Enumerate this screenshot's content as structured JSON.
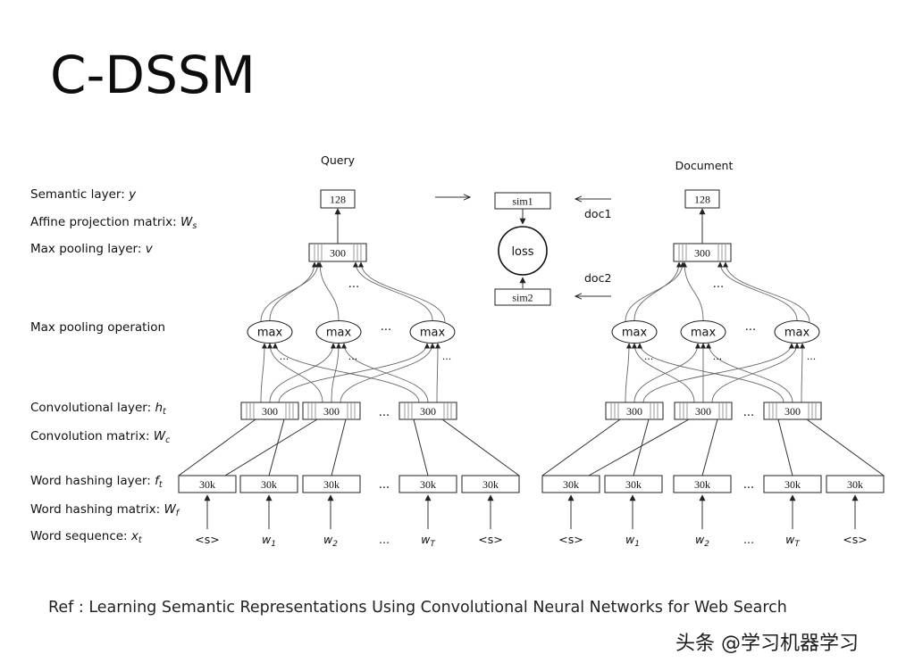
{
  "title": "C-DSSM",
  "ref": "Ref : Learning Semantic Representations Using Convolutional Neural Networks for Web Search",
  "watermark": "头条 @学习机器学习",
  "diagram": {
    "towers": {
      "query": "Query",
      "document": "Document"
    },
    "layers": [
      {
        "id": "semantic",
        "text": "Semantic layer: ",
        "var": "y",
        "sub": ""
      },
      {
        "id": "affine",
        "text": "Affine projection matrix: ",
        "var": "W",
        "sub": "s"
      },
      {
        "id": "maxpool",
        "text": "Max pooling layer: ",
        "var": "v",
        "sub": ""
      },
      {
        "id": "maxpool-op",
        "text": "Max pooling operation",
        "var": "",
        "sub": ""
      },
      {
        "id": "conv",
        "text": "Convolutional layer: ",
        "var": "h",
        "sub": "t"
      },
      {
        "id": "convmat",
        "text": "Convolution matrix: ",
        "var": "W",
        "sub": "c"
      },
      {
        "id": "hash",
        "text": "Word hashing layer: ",
        "var": "f",
        "sub": "t"
      },
      {
        "id": "hashmat",
        "text": "Word hashing matrix: ",
        "var": "W",
        "sub": "f"
      },
      {
        "id": "wordseq",
        "text": "Word sequence: ",
        "var": "x",
        "sub": "t"
      }
    ],
    "semantic_size": "128",
    "pool_size": "300",
    "max_label": "max",
    "conv_size": "300",
    "hash_size": "30k",
    "ellipsis": "...",
    "words": [
      {
        "text": "<s>",
        "italic": false,
        "sub": ""
      },
      {
        "text": "w",
        "italic": true,
        "sub": "1"
      },
      {
        "text": "w",
        "italic": true,
        "sub": "2"
      },
      {
        "text": "...",
        "italic": false,
        "sub": ""
      },
      {
        "text": "w",
        "italic": true,
        "sub": "T"
      },
      {
        "text": "<s>",
        "italic": false,
        "sub": ""
      }
    ],
    "middle": {
      "sim1": "sim1",
      "sim2": "sim2",
      "loss": "loss",
      "doc1": "doc1",
      "doc2": "doc2"
    }
  }
}
